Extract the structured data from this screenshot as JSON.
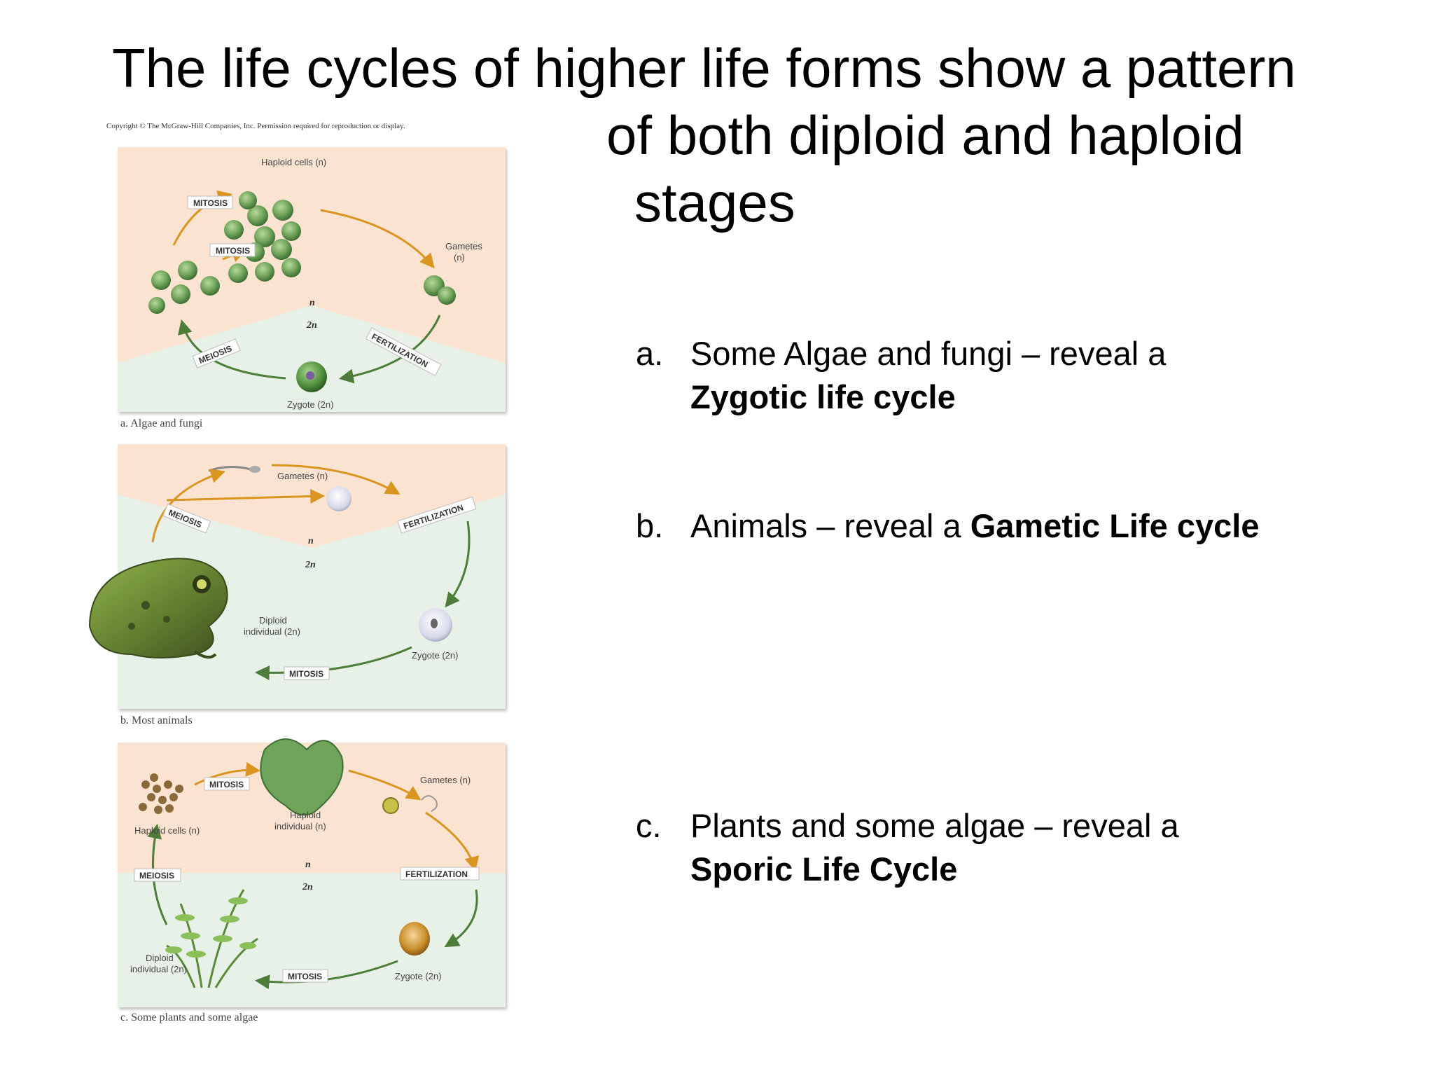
{
  "title": {
    "line1": "The life cycles of higher life forms show a pattern",
    "line2": "of both diploid and haploid",
    "line3": "stages"
  },
  "figure": {
    "copyright": "Copyright © The McGraw-Hill Companies, Inc. Permission required for reproduction or display.",
    "panel_a": {
      "caption": "a. Algae and fungi",
      "haploid_cells": "Haploid cells (n)",
      "mitosis_1": "MITOSIS",
      "mitosis_2": "MITOSIS",
      "gametes_1": "Gametes",
      "gametes_2": "(n)",
      "n": "n",
      "two_n": "2n",
      "meiosis": "MEIOSIS",
      "fertilization": "FERTILIZATION",
      "zygote": "Zygote (2n)"
    },
    "panel_b": {
      "caption": "b. Most animals",
      "gametes": "Gametes (n)",
      "meiosis": "MEIOSIS",
      "fertilization": "FERTILIZATION",
      "n": "n",
      "two_n": "2n",
      "diploid_1": "Diploid",
      "diploid_2": "individual (2n)",
      "zygote": "Zygote (2n)",
      "mitosis": "MITOSIS"
    },
    "panel_c": {
      "caption": "c. Some plants and some algae",
      "mitosis_top": "MITOSIS",
      "gametes": "Gametes (n)",
      "haploid_cells": "Haploid cells (n)",
      "haploid_ind_1": "Haploid",
      "haploid_ind_2": "individual (n)",
      "n": "n",
      "two_n": "2n",
      "meiosis": "MEIOSIS",
      "fertilization": "FERTILIZATION",
      "diploid_1": "Diploid",
      "diploid_2": "individual (2n)",
      "mitosis_bottom": "MITOSIS",
      "zygote": "Zygote (2n)"
    }
  },
  "items": [
    {
      "letter": "a.",
      "text": "Some Algae and fungi – reveal a ",
      "bold": "Zygotic life cycle"
    },
    {
      "letter": "b.",
      "text": "Animals – reveal a ",
      "bold": "Gametic Life cycle"
    },
    {
      "letter": "c.",
      "text": "Plants and some algae – reveal a ",
      "bold": "Sporic Life Cycle"
    }
  ],
  "colors": {
    "haploid_bg": "#fbe3d2",
    "diploid_bg": "#e8f1e8",
    "orange_arrow": "#d9951f",
    "green_arrow": "#4e7d3a",
    "cell_green": "#6fa35a"
  }
}
